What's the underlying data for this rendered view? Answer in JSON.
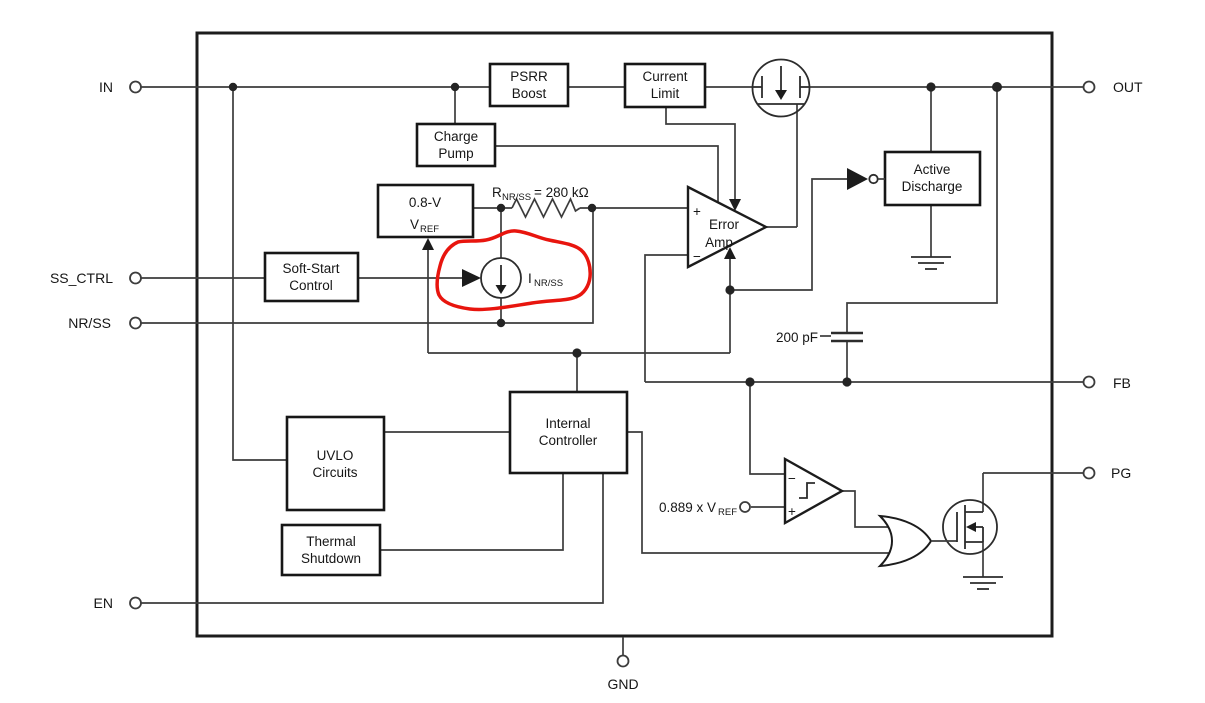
{
  "colors": {
    "background": "#ffffff",
    "wire": "#3c3c3c",
    "box_border": "#161616",
    "text": "#161616",
    "annotation_red": "#e8150e"
  },
  "pins": {
    "in": "IN",
    "ss_ctrl": "SS_CTRL",
    "nr_ss": "NR/SS",
    "en": "EN",
    "out": "OUT",
    "fb": "FB",
    "pg": "PG",
    "gnd": "GND"
  },
  "blocks": {
    "psrr_boost": {
      "line1": "PSRR",
      "line2": "Boost"
    },
    "current_limit": {
      "line1": "Current",
      "line2": "Limit"
    },
    "charge_pump": {
      "line1": "Charge",
      "line2": "Pump"
    },
    "vref": {
      "line1": "0.8-V",
      "symbol": "V",
      "subscript": "REF"
    },
    "soft_start": {
      "line1": "Soft-Start",
      "line2": "Control"
    },
    "active_discharge": {
      "line1": "Active",
      "line2": "Discharge"
    },
    "uvlo": {
      "line1": "UVLO",
      "line2": "Circuits"
    },
    "internal_controller": {
      "line1": "Internal",
      "line2": "Controller"
    },
    "thermal_shutdown": {
      "line1": "Thermal",
      "line2": "Shutdown"
    }
  },
  "error_amp": {
    "plus": "+",
    "line1": "Error",
    "line2": "Amp",
    "minus": "−"
  },
  "comparator": {
    "minus": "−",
    "plus": "+",
    "threshold_main": "0.889 x V",
    "threshold_sub": "REF"
  },
  "components": {
    "nr_ss_resistor": {
      "symbol": "R",
      "subscript": "NR/SS",
      "value": "= 280 kΩ"
    },
    "nr_ss_current_source": {
      "symbol": "I",
      "subscript": "NR/SS"
    },
    "feedforward_capacitor": {
      "value": "200 pF"
    }
  },
  "annotation": {
    "description": "hand-drawn red loop circling the NR/SS current source",
    "color": "#e8150e"
  }
}
